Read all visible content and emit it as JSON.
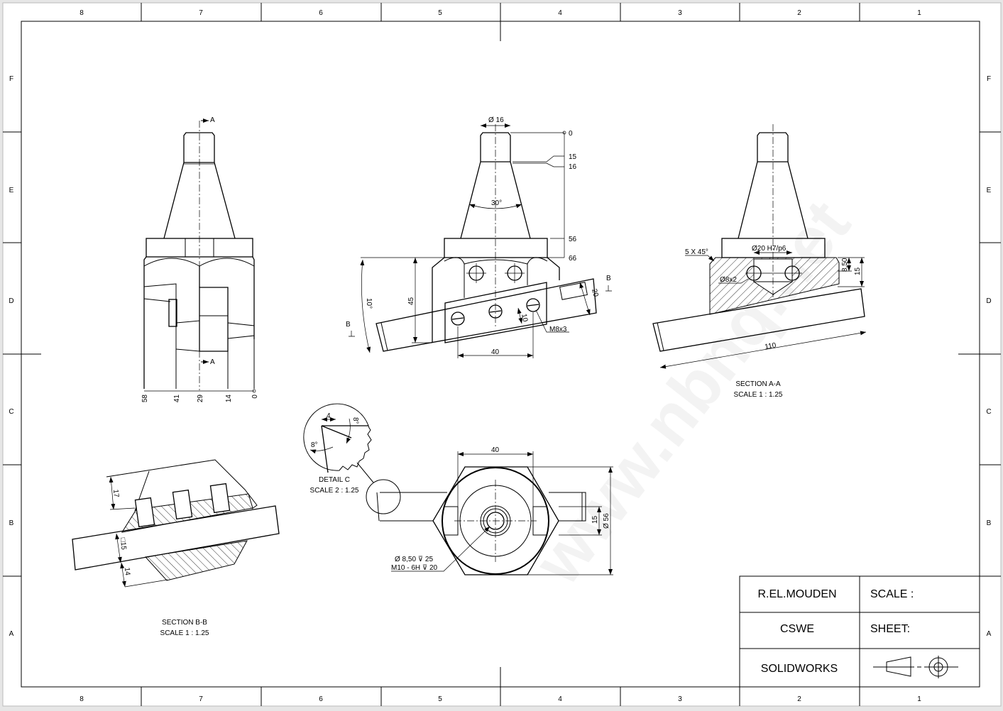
{
  "border": {
    "columns": [
      "8",
      "7",
      "6",
      "5",
      "4",
      "3",
      "2",
      "1"
    ],
    "rows": [
      "F",
      "E",
      "D",
      "C",
      "B",
      "A"
    ]
  },
  "front_view": {
    "section_mark": "A",
    "dims": [
      "58",
      "41",
      "29",
      "14",
      "0"
    ]
  },
  "side_view": {
    "dia_shank": "Ø 16",
    "ordinate_dims": [
      "0",
      "15",
      "16",
      "56",
      "66"
    ],
    "angle_taper": "30°",
    "angle_tilt": "10°",
    "height": "45",
    "plate_width": "20",
    "hole_offset": "10",
    "hole_spacing": "40",
    "thread_callout": "M8x3",
    "section_mark": "B"
  },
  "section_aa": {
    "chamfer": "5 X 45°",
    "bore": "Ø20 H7/p6",
    "pin_holes": "Ø8x2",
    "dim_850": "8,50",
    "dim_15": "15",
    "length": "110",
    "title": "SECTION A-A",
    "scale": "SCALE 1 : 1.25"
  },
  "section_bb": {
    "dim_17": "17",
    "dim_square": "□15",
    "dim_14": "14",
    "title": "SECTION B-B",
    "scale": "SCALE 1 : 1.25"
  },
  "detail_c": {
    "dim_4": "4",
    "angle_a": "8°",
    "angle_b": "8°",
    "title": "DETAIL C",
    "scale": "SCALE 2 : 1.25"
  },
  "top_view": {
    "width": "40",
    "slot": "15",
    "diameter": "Ø 56",
    "hole_callout_1": "Ø 8,50 ⊽ 25",
    "hole_callout_2": "M10 - 6H ⊽ 20"
  },
  "title_block": {
    "author": "R.EL.MOUDEN",
    "company": "CSWE",
    "software": "SOLIDWORKS",
    "scale_label": "SCALE :",
    "sheet_label": "SHEET:",
    "projection_symbol": "first-angle-projection-icon"
  },
  "watermark": "www.nbnq.net"
}
